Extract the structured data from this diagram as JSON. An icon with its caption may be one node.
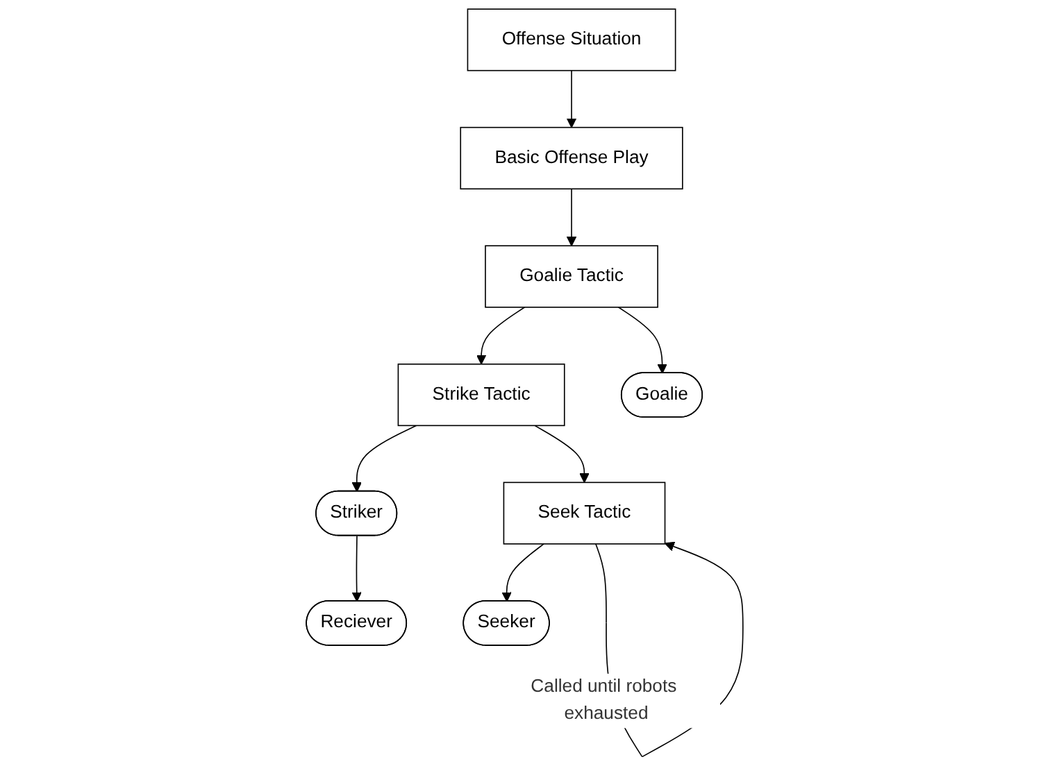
{
  "diagram": {
    "nodes": [
      {
        "text": [
          "Offense Situation"
        ]
      },
      {
        "text": [
          "Basic Offense Play"
        ]
      },
      {
        "text": [
          "Goalie Tactic"
        ]
      },
      {
        "text": [
          "Strike Tactic"
        ]
      },
      {
        "text": [
          "Seek Tactic"
        ]
      },
      {
        "text": [
          "Goalie"
        ]
      },
      {
        "text": [
          "Striker"
        ]
      },
      {
        "text": [
          "Reciever"
        ]
      },
      {
        "text": [
          "Seeker"
        ]
      }
    ],
    "edges": [
      {
        "from": 0,
        "to": 1,
        "arrow": "to"
      },
      {
        "from": 1,
        "to": 2,
        "arrow": "to"
      },
      {
        "from": 2,
        "to": 3,
        "arrow": "to"
      },
      {
        "from": 3,
        "to": 4,
        "arrow": "to"
      },
      {
        "from": 4,
        "to": 4,
        "arrow": "to",
        "label": "Called until robots exhausted"
      },
      {
        "from": 2,
        "to": 5,
        "arrow": "to"
      },
      {
        "from": 3,
        "to": 6,
        "arrow": "to"
      },
      {
        "from": 6,
        "to": 7,
        "arrow": "to"
      },
      {
        "from": 4,
        "to": 8,
        "arrow": "to"
      }
    ]
  }
}
